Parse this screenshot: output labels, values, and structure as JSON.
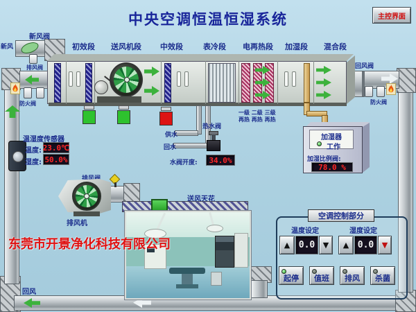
{
  "title": "中央空调恒温恒湿系统",
  "toolbar": {
    "main_control": "主控界面"
  },
  "ahu": {
    "sections": [
      "初效段",
      "送风机段",
      "中效段",
      "表冷段",
      "电再热段",
      "加湿段",
      "混合段"
    ],
    "reheat_line1": "一级 二级 三级",
    "reheat_line2": "再热 再热 再热"
  },
  "left_side": {
    "fresh_air_valve": "新风阀",
    "fresh_air": "新风",
    "exhaust_valve": "排风阀",
    "fire_damper": "防火阀",
    "return_air": "回风"
  },
  "right_side": {
    "return_air_valve": "回风阀",
    "fire_damper": "防火阀"
  },
  "sensor": {
    "title": "温湿度传感器",
    "temp_label": "温度:",
    "temp_value": "23.0℃",
    "hum_label": "湿度:",
    "hum_value": "50.0%"
  },
  "water": {
    "hot_water_valve": "热水阀",
    "supply": "供水",
    "return": "回水",
    "opening_label": "水阀开度:",
    "opening_value": "34.0%"
  },
  "humidifier": {
    "title": "加湿器",
    "status": "工作",
    "valve_label": "加湿比例阀:",
    "valve_value": "78.0 %"
  },
  "exhaust": {
    "valve": "排风阀",
    "fan": "排风机"
  },
  "ceiling": {
    "label": "送风天花"
  },
  "company": "东莞市开景净化科技有限公司",
  "panel": {
    "title": "空调控制部分",
    "temp_label": "温度设定",
    "temp_value": "0.0",
    "hum_label": "湿度设定",
    "hum_value": "0.0",
    "buttons": [
      "起停",
      "值班",
      "排风",
      "杀菌"
    ]
  },
  "icons": {
    "up_arrow": "▲",
    "down_arrow": "▼"
  },
  "colors": {
    "navy": "#1b2d8c",
    "alarm_red": "#e01212",
    "lcd_bg": "#16101f",
    "lcd_text": "#ff2626",
    "run_green": "#38b838",
    "duct_silver": "#c2c8cc",
    "bg_blue": "#aed2e2"
  }
}
